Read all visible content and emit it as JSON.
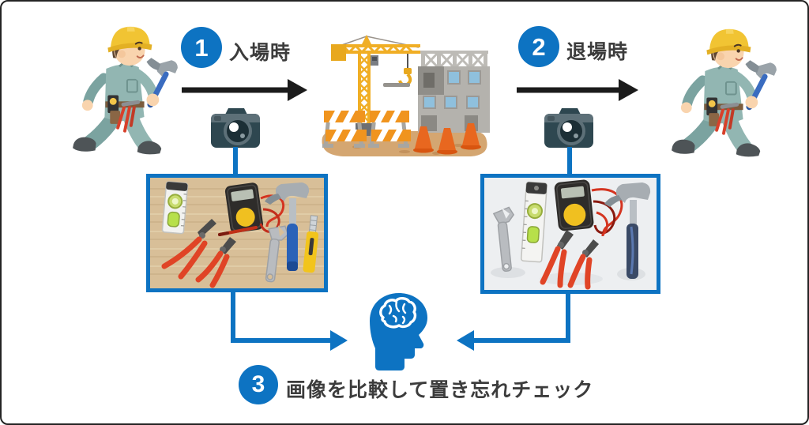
{
  "steps": [
    {
      "number": "1",
      "label": "入場時"
    },
    {
      "number": "2",
      "label": "退場時"
    },
    {
      "number": "3",
      "label": "画像を比較して置き忘れチェック"
    }
  ],
  "colors": {
    "accent_blue": "#0d73c2",
    "arrow_black": "#1b1b1b",
    "label_text": "#3c3c3c",
    "frame_border": "#242424",
    "helmet_yellow": "#f1c433",
    "crane_yellow": "#f0ae25",
    "cone_orange": "#e8671f"
  },
  "icons": {
    "worker_entry": "construction-worker-walking",
    "worker_exit": "construction-worker-walking",
    "camera_entry": "dslr-camera",
    "camera_exit": "dslr-camera",
    "construction_site": "crane-and-building-site",
    "brain": "head-profile-with-brain"
  },
  "photos": {
    "entry": {
      "name": "tools-photo-entry",
      "surface": "wood",
      "tools": [
        "spirit-level",
        "multimeter",
        "long-nose-pliers",
        "cutting-pliers",
        "adjustable-wrench",
        "hammer",
        "utility-knife"
      ]
    },
    "exit": {
      "name": "tools-photo-exit",
      "surface": "white",
      "tools": [
        "adjustable-wrench",
        "spirit-level",
        "multimeter",
        "cutting-pliers",
        "long-nose-pliers",
        "hammer"
      ]
    }
  }
}
